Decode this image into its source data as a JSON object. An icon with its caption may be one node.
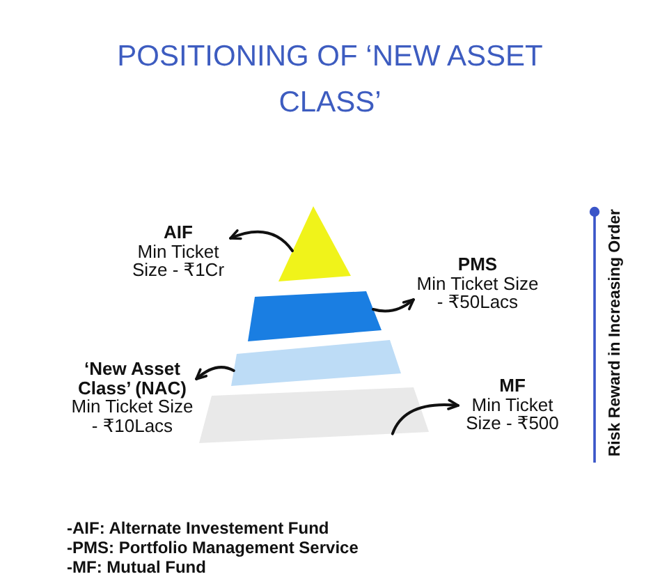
{
  "diagram": {
    "title": "POSITIONING OF ‘NEW ASSET CLASS’",
    "nodes": [
      {
        "text": [],
        "shape": "triangle"
      },
      {
        "text": [
          "AIF",
          "Min Ticket Size - ₹1Cr"
        ]
      },
      {
        "text": [],
        "shape": "band"
      },
      {
        "text": [
          "PMS",
          "Min Ticket Size - ₹50Lacs"
        ]
      },
      {
        "text": [],
        "shape": "band"
      },
      {
        "text": [
          "‘New Asset Class’ (NAC)",
          "Min Ticket Size - ₹10Lacs"
        ]
      },
      {
        "text": [],
        "shape": "band"
      },
      {
        "text": [
          "MF",
          "Min Ticket Size - ₹500"
        ]
      }
    ],
    "edges": [
      {
        "from": 0,
        "to": 1,
        "arrow": "to"
      },
      {
        "from": 2,
        "to": 3,
        "arrow": "to"
      },
      {
        "from": 4,
        "to": 5,
        "arrow": "to"
      },
      {
        "from": 6,
        "to": 7,
        "arrow": "to"
      }
    ],
    "labels": [
      "Risk Reward in Increasing Order",
      "-AIF: Alternate Investement Fund",
      "-PMS: Portfolio Management Service",
      "-MF: Mutual Fund"
    ]
  }
}
